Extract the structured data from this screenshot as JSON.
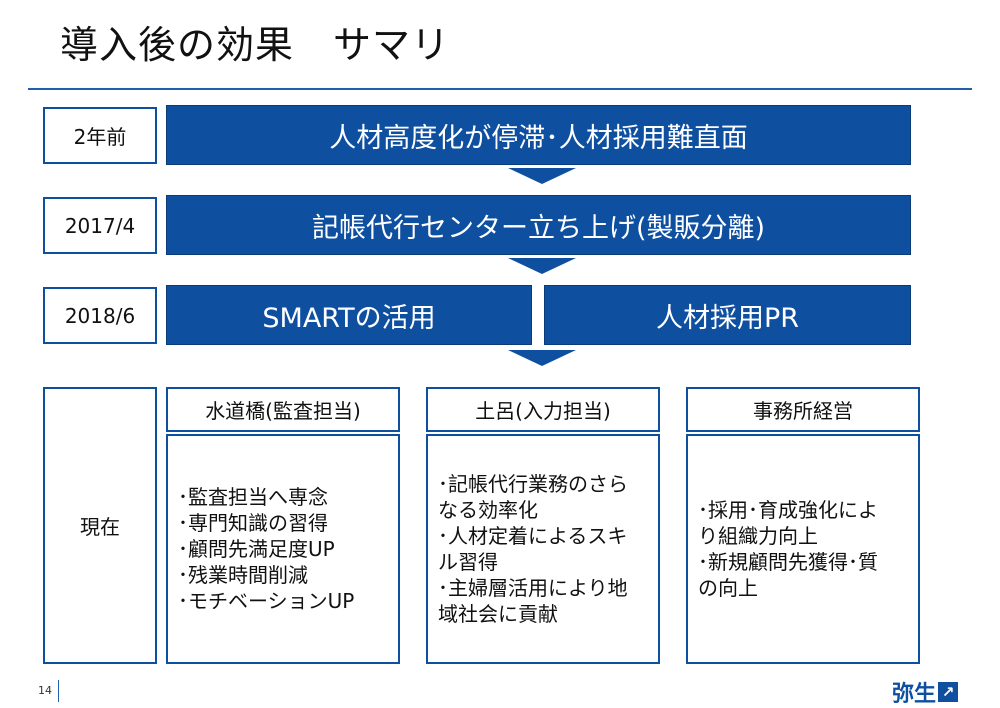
{
  "title": "導入後の効果　サマリ",
  "timeline": {
    "row1": {
      "label": "2年前",
      "bar": "人材高度化が停滞･人材採用難直面"
    },
    "row2": {
      "label": "2017/4",
      "bar": "記帳代行センター立ち上げ(製販分離)"
    },
    "row3": {
      "label": "2018/6",
      "bar_left": "SMARTの活用",
      "bar_right": "人材採用PR"
    }
  },
  "present": {
    "label": "現在",
    "columns": [
      {
        "heading": "水道橋(監査担当)",
        "lines": [
          "･監査担当へ専念",
          "･専門知識の習得",
          "･顧問先満足度UP",
          "･残業時間削減",
          "･モチベーションUP"
        ]
      },
      {
        "heading": "土呂(入力担当)",
        "lines": [
          "･記帳代行業務のさら",
          "なる効率化",
          "･人材定着によるスキ",
          "ル習得",
          "･主婦層活用により地",
          "域社会に貢献"
        ]
      },
      {
        "heading": "事務所経営",
        "lines": [
          "･採用･育成強化によ",
          "り組織力向上",
          "･新規顧問先獲得･質",
          "の向上"
        ]
      }
    ]
  },
  "footer": {
    "page_number": "14",
    "logo_text": "弥生",
    "logo_icon": "arrow-up-right-icon"
  },
  "colors": {
    "accent": "#0e4fa0",
    "rule": "#1f5fae"
  }
}
